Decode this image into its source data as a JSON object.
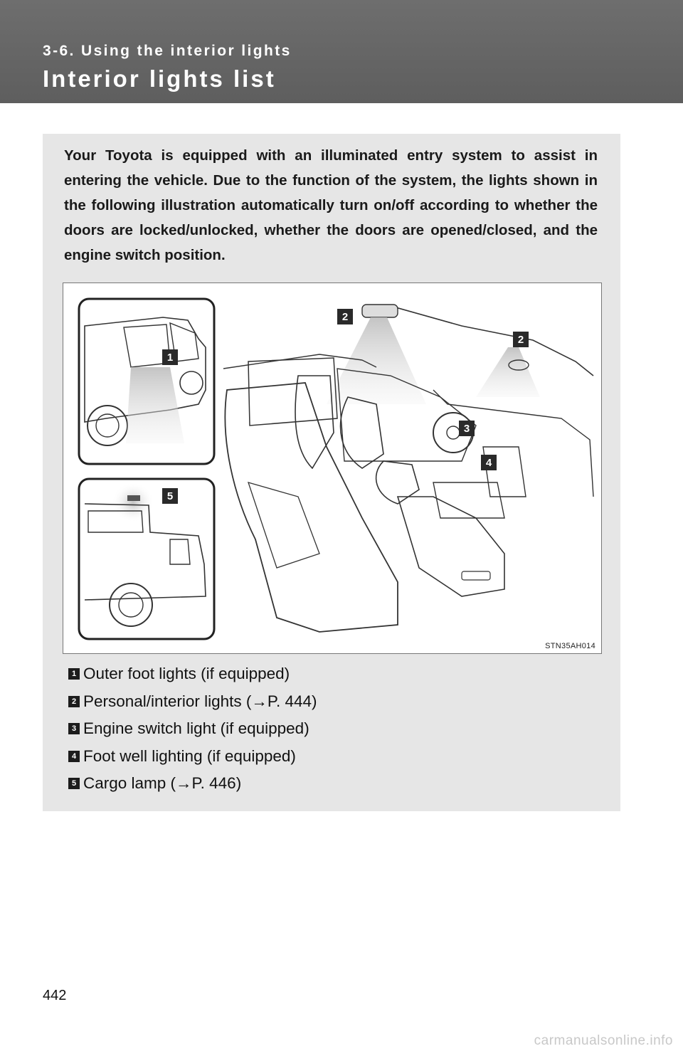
{
  "header": {
    "section": "3-6. Using the interior lights",
    "title": "Interior lights list"
  },
  "intro_text": "Your Toyota is equipped with an illuminated entry system to assist in entering the vehicle. Due to the function of the system, the lights shown in the following illustration automatically turn on/off according to whether the doors are locked/unlocked, whether the doors are opened/closed, and the engine switch position.",
  "figure": {
    "code": "STN35AH014",
    "callouts": [
      "1",
      "2",
      "2",
      "3",
      "4",
      "5"
    ]
  },
  "legend": [
    {
      "number": "1",
      "label": "Outer foot lights (if equipped)"
    },
    {
      "number": "2",
      "label": "Personal/interior lights (→P. 444)"
    },
    {
      "number": "3",
      "label": "Engine switch light (if equipped)"
    },
    {
      "number": "4",
      "label": "Foot well lighting (if equipped)"
    },
    {
      "number": "5",
      "label": "Cargo lamp (→P. 446)"
    }
  ],
  "page_number": "442",
  "watermark": "carmanualsonline.info"
}
